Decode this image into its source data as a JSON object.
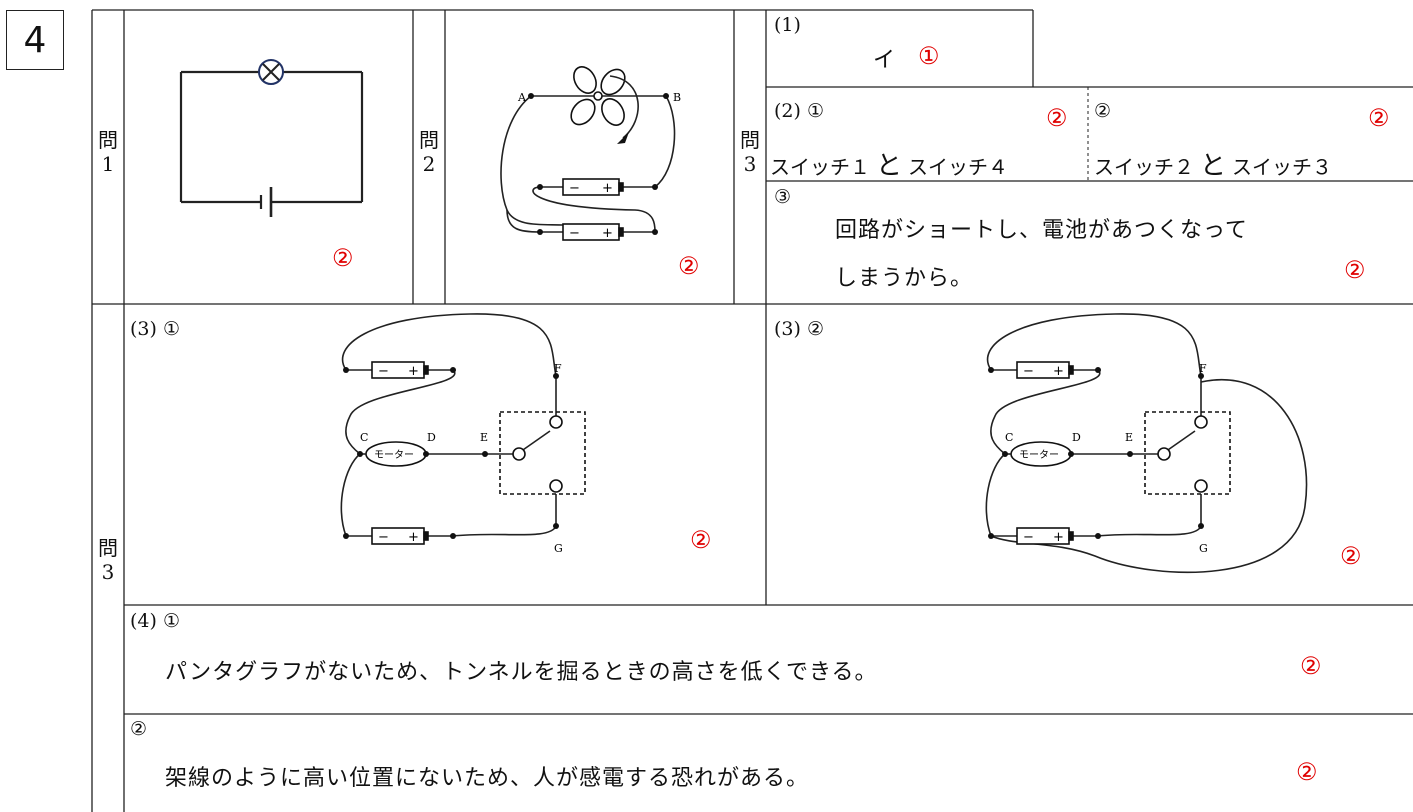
{
  "section_number": "4",
  "q1": {
    "label": "問\n1",
    "score": "②"
  },
  "q2": {
    "label": "問\n2",
    "score": "②"
  },
  "q3_top_label": "問\n3",
  "q3_left_label": "問\n3",
  "p1": {
    "label": "(1)",
    "answer": "イ",
    "score": "①"
  },
  "p2": {
    "label": "(2) ①",
    "answer1_a": "スイッチ１",
    "answer1_to": "と",
    "answer1_b": "スイッチ４",
    "score1": "②",
    "label2": "②",
    "answer2_a": "スイッチ２",
    "answer2_to": "と",
    "answer2_b": "スイッチ３",
    "score2": "②"
  },
  "p3": {
    "label": "③",
    "line1": "回路がショートし、電池があつくなって",
    "line2": "しまうから。",
    "score": "②"
  },
  "p31": {
    "label": "(3) ①",
    "score": "②"
  },
  "p32": {
    "label": "(3) ②",
    "score": "②"
  },
  "diagram_labels": {
    "A": "A",
    "B": "B",
    "C": "C",
    "D": "D",
    "E": "E",
    "F": "F",
    "G": "G",
    "motor": "モーター",
    "minus": "−",
    "plus": "+"
  },
  "p41": {
    "label": "(4) ①",
    "answer": "パンタグラフがないため、トンネルを掘るときの高さを低くできる。",
    "score": "②"
  },
  "p42": {
    "label": "②",
    "answer": "架線のように高い位置にないため、人が感電する恐れがある。",
    "score": "②"
  }
}
